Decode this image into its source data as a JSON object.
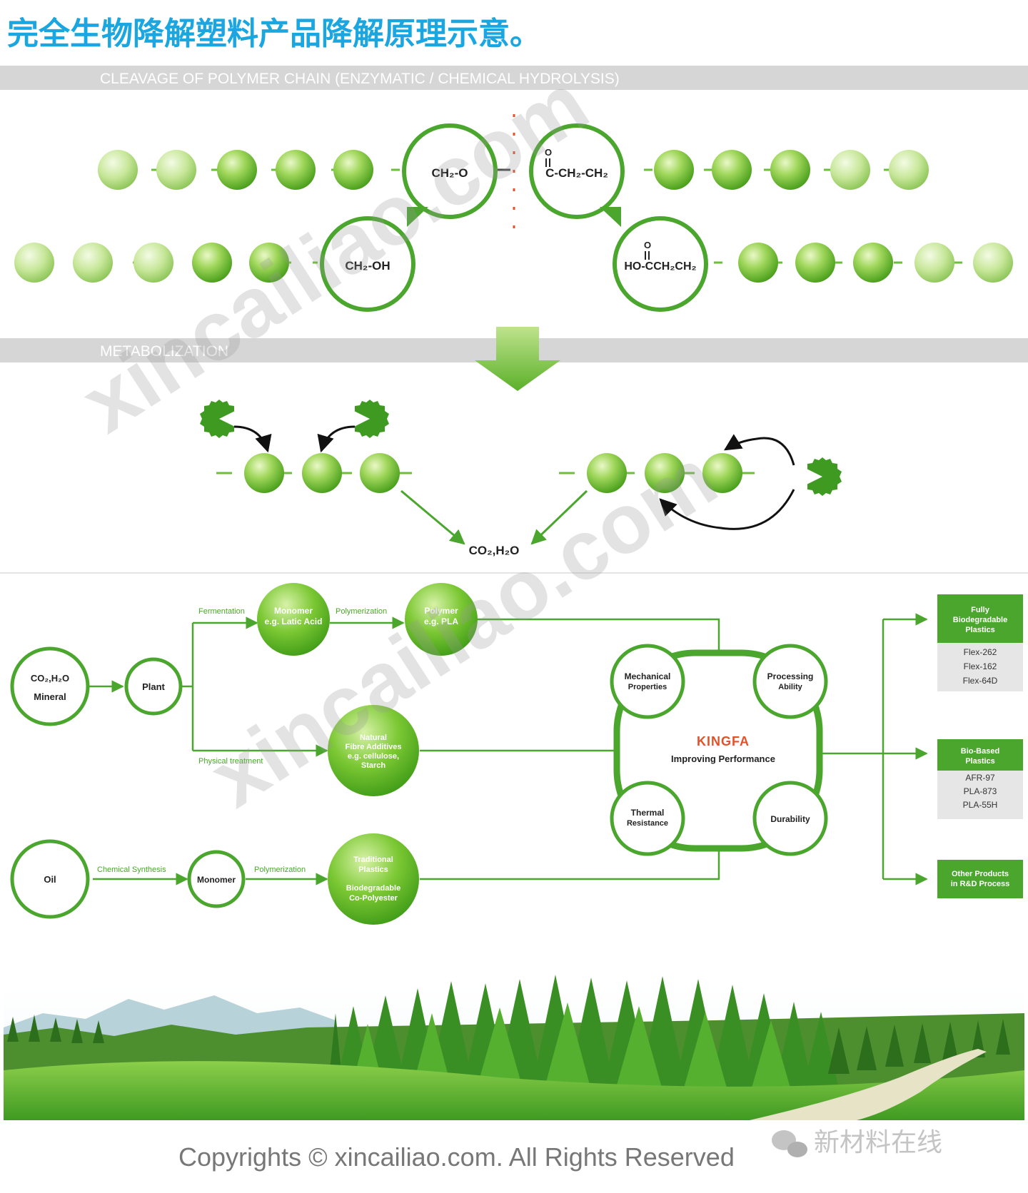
{
  "title": "完全生物降解塑料产品降解原理示意。",
  "section1": {
    "banner": "CLEAVAGE OF POLYMER CHAIN (ENZYMATIC / CHEMICAL HYDROLYSIS)",
    "chem_left_top": "CH₂-O",
    "chem_right_top": "C-CH₂-CH₂",
    "chem_left_bottom": "CH₂-OH",
    "chem_right_bottom": "HO-CCH₂CH₂",
    "carbonyl_o": "O"
  },
  "section2": {
    "banner": "METABOLIZATION",
    "product": "CO₂,H₂O"
  },
  "flow": {
    "source_top": [
      "CO₂,H₂O",
      "Mineral"
    ],
    "plant": "Plant",
    "fermentation": "Fermentation",
    "monomer_top": [
      "Monomer",
      "e.g. Latic Acid"
    ],
    "polymerization_top": "Polymerization",
    "polymer_top": [
      "Polymer",
      "e.g. PLA"
    ],
    "physical": "Physical treatment",
    "natural": [
      "Natural",
      "Fibre Additives",
      "e.g. cellulose,",
      "Starch"
    ],
    "oil": "Oil",
    "chemical": "Chemical Synthesis",
    "monomer_bottom": "Monomer",
    "polymerization_bottom": "Polymerization",
    "traditional": [
      "Traditional",
      "Plastics",
      "Biodegradable",
      "Co-Polyester"
    ],
    "brand": "KINGFA",
    "center": "Improving Performance",
    "mech": [
      "Mechanical",
      "Properties"
    ],
    "proc": [
      "Processing",
      "Ability"
    ],
    "thermal": [
      "Thermal",
      "Resistance"
    ],
    "durability": "Durability",
    "boxes": [
      {
        "header": [
          "Fully",
          "Biodegradable",
          "Plastics"
        ],
        "items": [
          "Flex-262",
          "Flex-162",
          "Flex-64D"
        ]
      },
      {
        "header": [
          "Bio-Based",
          "Plastics"
        ],
        "items": [
          "AFR-97",
          "PLA-873",
          "PLA-55H"
        ]
      },
      {
        "header": [
          "Other Products",
          "in R&D Process"
        ],
        "items": []
      }
    ]
  },
  "watermarks": [
    "xincailiao.com",
    "xincailiao.com"
  ],
  "copyright": "Copyrights © xincailiao.com. All Rights Reserved",
  "wechat": "新材料在线",
  "colors": {
    "green": "#4aa62c",
    "title_blue": "#1aa6e0",
    "banner_gray": "#d6d6d6"
  }
}
